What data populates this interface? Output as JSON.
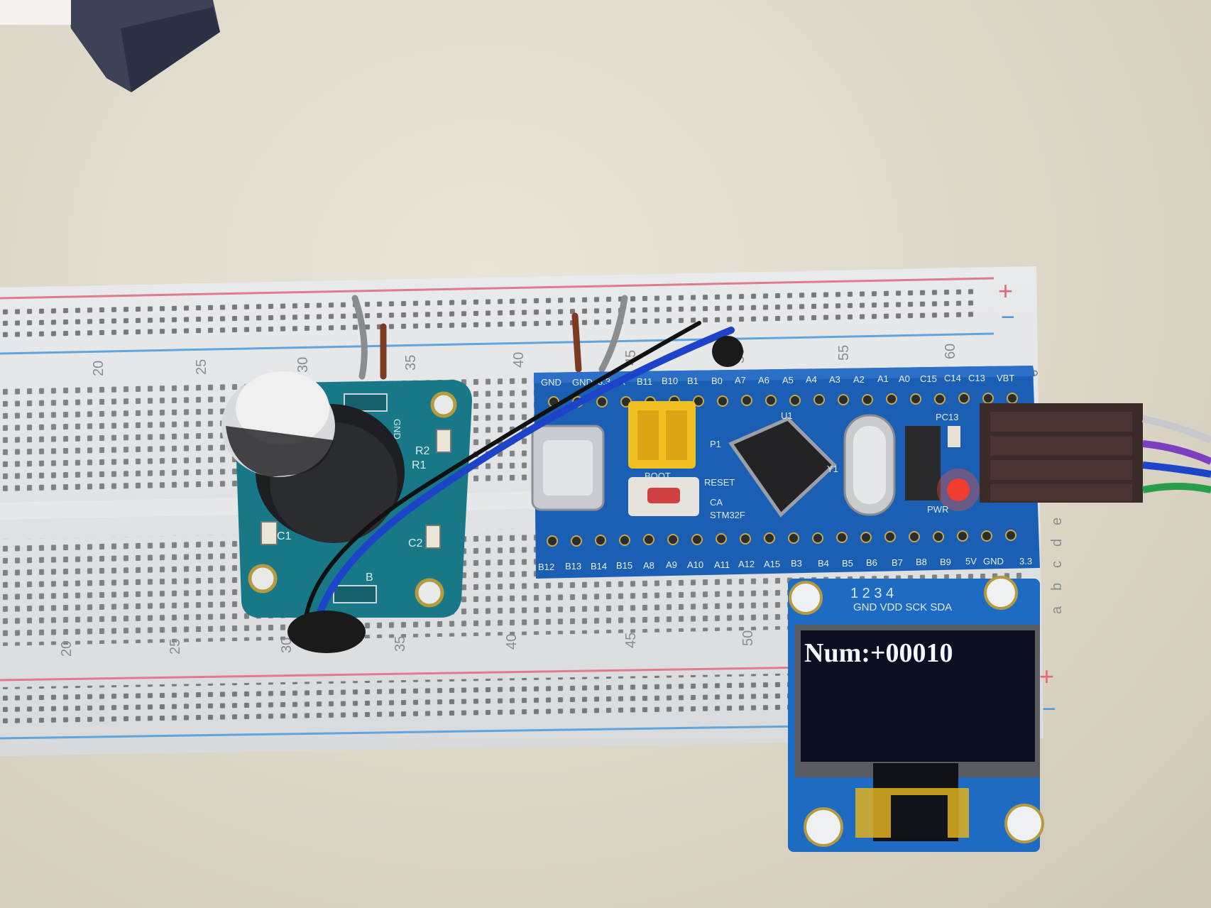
{
  "scene": {
    "breadboard": {
      "top_numbers": [
        "20",
        "25",
        "30",
        "35",
        "40",
        "45",
        "50",
        "55",
        "60"
      ],
      "bottom_numbers": [
        "20",
        "25",
        "30",
        "35",
        "40",
        "45",
        "50"
      ],
      "row_letters_right": [
        "J",
        "e",
        "d",
        "c",
        "b",
        "a"
      ],
      "rail_plus": "+",
      "rail_minus": "−"
    },
    "encoder_module": {
      "pins_top": "GND",
      "labels": [
        "R1",
        "R2",
        "C1",
        "C2",
        "B"
      ]
    },
    "mcu_board": {
      "top_pins": [
        "GND",
        "GND",
        "3.3",
        "R",
        "B11",
        "B10",
        "B1",
        "B0",
        "A7",
        "A6",
        "A5",
        "A4",
        "A3",
        "A2",
        "A1",
        "A0",
        "C15",
        "C14",
        "C13",
        "VBT"
      ],
      "bottom_pins": [
        "B12",
        "B13",
        "B14",
        "B15",
        "A8",
        "A9",
        "A10",
        "A11",
        "A12",
        "A15",
        "B3",
        "B4",
        "B5",
        "B6",
        "B7",
        "B8",
        "B9",
        "5V",
        "GND",
        "3.3"
      ],
      "labels": {
        "boot": "BOOT",
        "reset": "RESET",
        "chip": "STM32F",
        "pc13": "PC13",
        "pwr": "PWR",
        "ca": "CA",
        "p1": "P1",
        "u1": "U1",
        "y1": "Y1"
      }
    },
    "oled_module": {
      "pin_numbers": "1 2 3 4",
      "pin_labels": "GND VDD SCK SDA",
      "display_text": "Num:+00010"
    },
    "colors": {
      "pcb_blue": "#1a5fb4",
      "encoder_pcb": "#177c8c",
      "screen": "#0c0e22",
      "led_red": "#ff3020",
      "wire_blue": "#1d44c8",
      "wire_purple": "#7b3fbf",
      "wire_green": "#2a9d4a"
    }
  }
}
